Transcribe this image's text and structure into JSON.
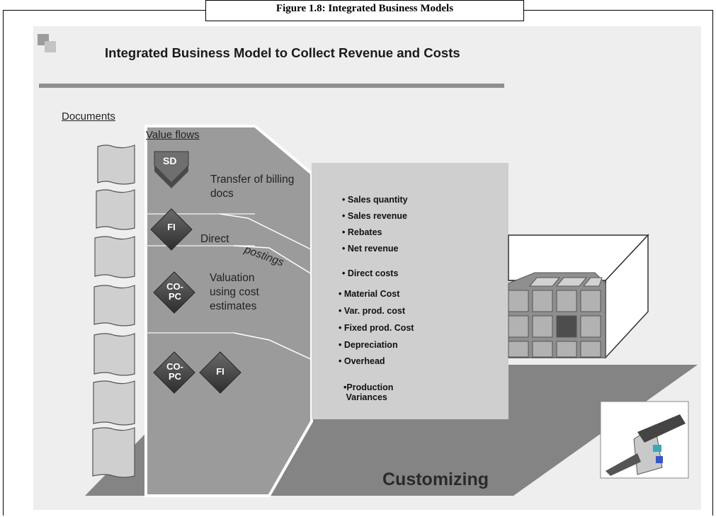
{
  "figure_caption": "Figure 1.8: Integrated Business Models",
  "title": "Integrated Business Model to Collect Revenue and Costs",
  "documents_label": "Documents",
  "value_flows_label": "Value flows",
  "flows": {
    "sd_badge": "SD",
    "sd_text": "Transfer of billing docs",
    "fi_badge": "FI",
    "direct_label": "Direct",
    "postings_label": "postings",
    "copc_badge_line1": "CO-",
    "copc_badge_line2": "PC",
    "valuation_text": "Valuation using cost estimates",
    "copc2_badge_line1": "CO-",
    "copc2_badge_line2": "PC",
    "fi2_badge": "FI"
  },
  "bullets": {
    "group1": [
      "Sales quantity",
      "Sales revenue",
      "Rebates",
      "Net revenue"
    ],
    "group2": [
      "Direct costs",
      "Material Cost",
      "Var. prod. cost",
      "Fixed prod. Cost",
      "Depreciation",
      "Overhead"
    ],
    "group3": [
      "Production",
      "Variances"
    ]
  },
  "customizing_label": "Customizing"
}
